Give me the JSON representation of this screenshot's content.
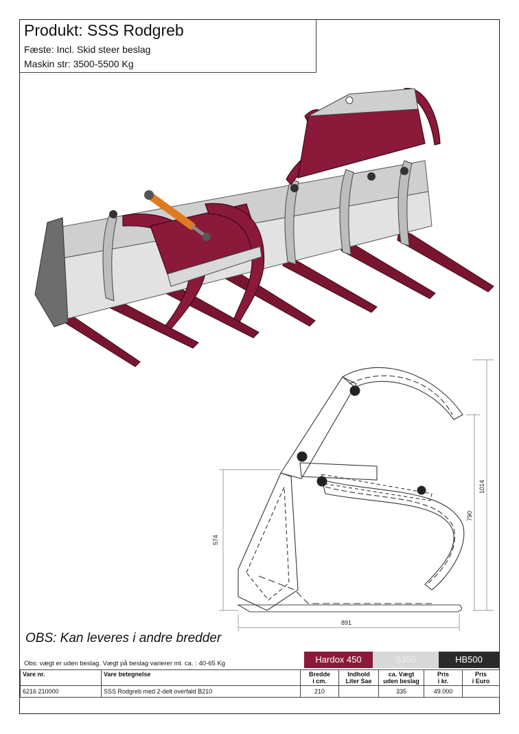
{
  "header": {
    "title": "Produkt: SSS Rodgreb",
    "line1": "Fæste: Incl. Skid steer beslag",
    "line2": "Maskin str: 3500-5500 Kg"
  },
  "drawing": {
    "dim_height_total": "1014",
    "dim_height_inner": "790",
    "dim_height_left": "574",
    "dim_width": "891"
  },
  "obs_text": "OBS: Kan leveres i andre bredder",
  "note": "Obs: vægt er uden beslag. Vægt på beslag varierer ml. ca. : 40-65 Kg",
  "materials": {
    "hardox": "Hardox 450",
    "s355": "S355",
    "hb500": "HB500",
    "colors": {
      "hardox": "#8b1a3a",
      "s355": "#d8d8d8",
      "hb500": "#2a2a2a"
    }
  },
  "table": {
    "headers": {
      "vare_nr": "Vare nr.",
      "betegnelse": "Vare betegnelse",
      "bredde_1": "Bredde",
      "bredde_2": "i cm.",
      "indhold_1": "Indhold",
      "indhold_2": "Liter Sae",
      "vaegt_1": "ca. Vægt",
      "vaegt_2": "uden beslag",
      "pris_kr_1": "Pris",
      "pris_kr_2": "i kr.",
      "pris_eur_1": "Pris",
      "pris_eur_2": "i Euro"
    },
    "row": {
      "vare_nr": "6216 210000",
      "betegnelse": "SSS Rodgreb med 2-delt overfald B210",
      "bredde": "210",
      "indhold": "",
      "vaegt": "335",
      "pris_kr": "49.000",
      "pris_eur": ""
    }
  }
}
